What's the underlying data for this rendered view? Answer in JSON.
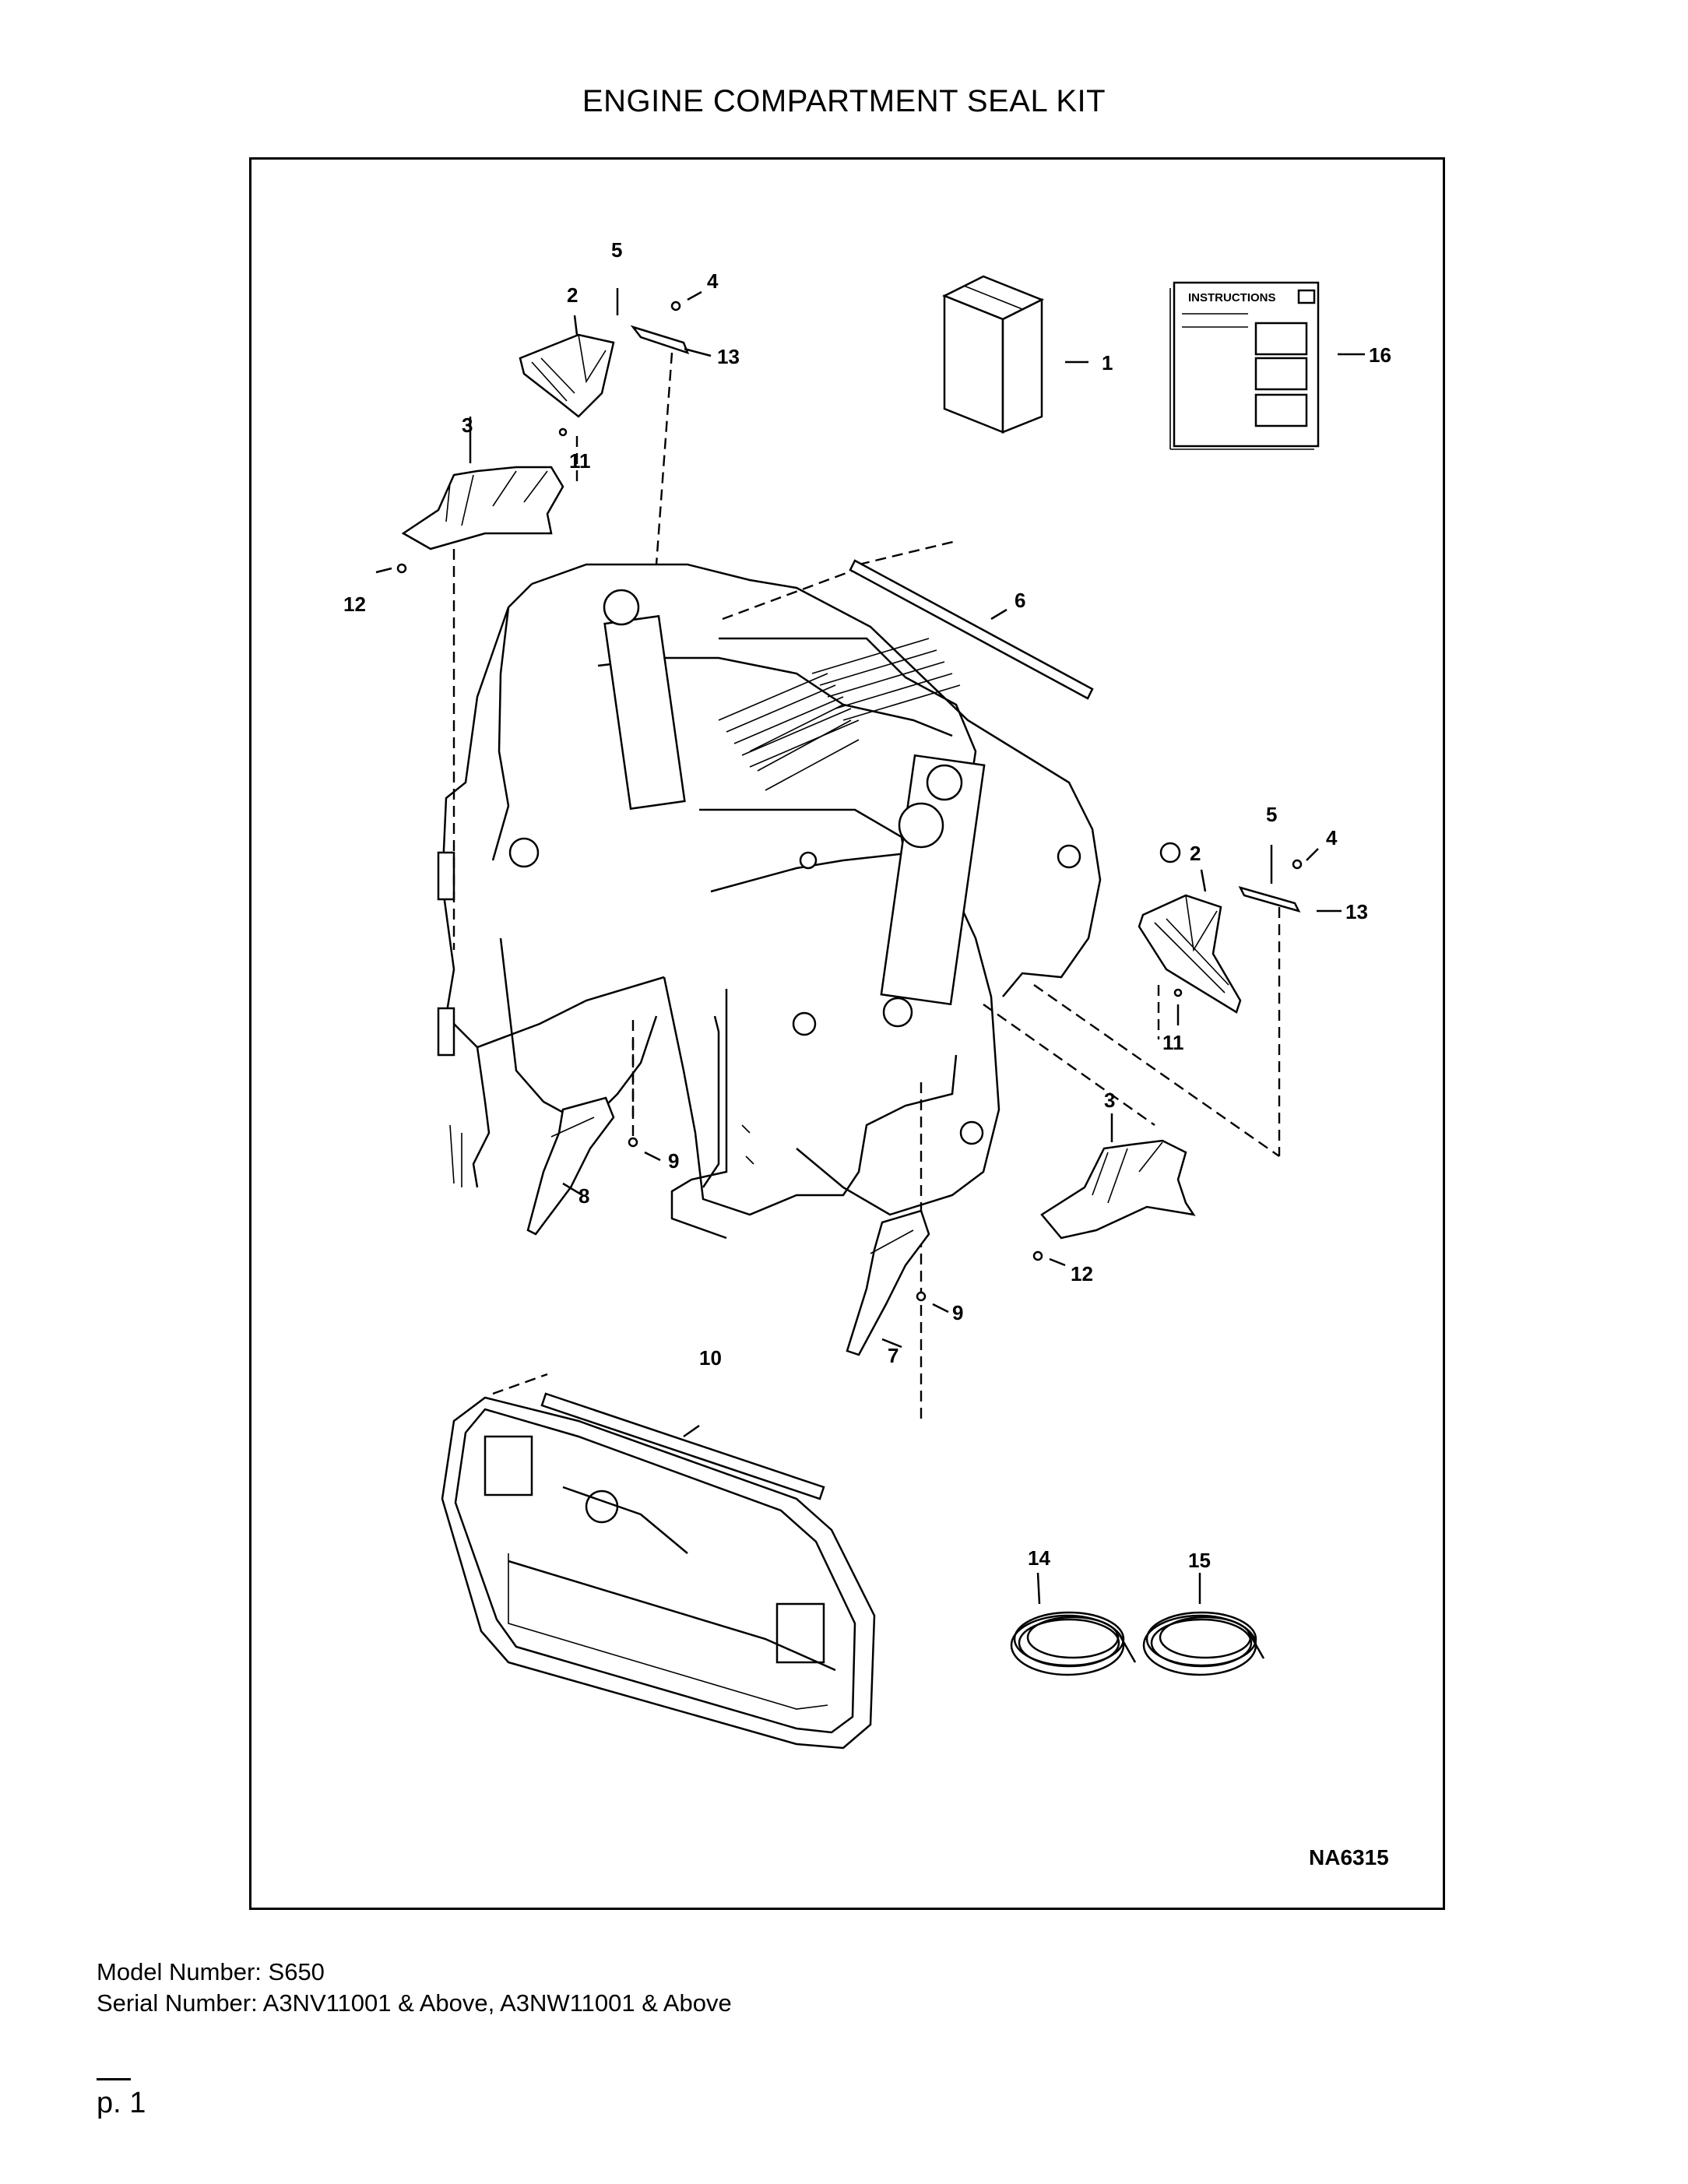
{
  "title": "ENGINE COMPARTMENT SEAL KIT",
  "figure": {
    "id": "NA6315",
    "instructions_label": "INSTRUCTIONS",
    "callouts": {
      "c1": "1",
      "c2a": "2",
      "c2b": "2",
      "c3a": "3",
      "c3b": "3",
      "c4a": "4",
      "c4b": "4",
      "c5a": "5",
      "c5b": "5",
      "c6": "6",
      "c7": "7",
      "c8": "8",
      "c9a": "9",
      "c9b": "9",
      "c10": "10",
      "c11a": "11",
      "c11b": "11",
      "c12a": "12",
      "c12b": "12",
      "c13a": "13",
      "c13b": "13",
      "c14": "14",
      "c15": "15",
      "c16": "16"
    }
  },
  "model": "Model Number: S650",
  "serial": "Serial Number: A3NV11001 & Above, A3NW11001 & Above",
  "page": "p. 1"
}
